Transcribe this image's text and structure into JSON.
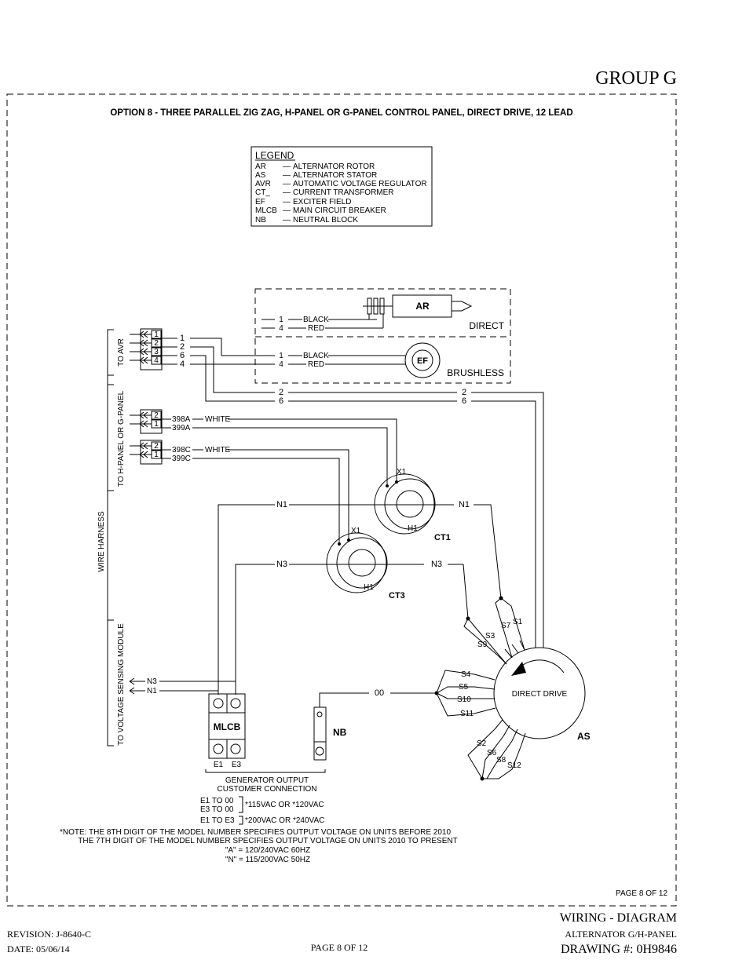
{
  "header": {
    "group": "GROUP G"
  },
  "title": "OPTION 8 - THREE PARALLEL ZIG ZAG, H-PANEL OR G-PANEL CONTROL PANEL, DIRECT DRIVE, 12 LEAD",
  "legend": {
    "heading": "LEGEND",
    "items": [
      {
        "code": "AR",
        "desc": "ALTERNATOR ROTOR"
      },
      {
        "code": "AS",
        "desc": "ALTERNATOR STATOR"
      },
      {
        "code": "AVR",
        "desc": "AUTOMATIC VOLTAGE REGULATOR"
      },
      {
        "code": "CT_",
        "desc": "CURRENT TRANSFORMER"
      },
      {
        "code": "EF",
        "desc": "EXCITER FIELD"
      },
      {
        "code": "MLCB",
        "desc": "MAIN CIRCUIT BREAKER"
      },
      {
        "code": "NB",
        "desc": "NEUTRAL BLOCK"
      }
    ]
  },
  "labels": {
    "ar": "AR",
    "ef": "EF",
    "direct": "DIRECT",
    "brushless": "BRUSHLESS",
    "ct1": "CT1",
    "ct3": "CT3",
    "x1": "X1",
    "h1": "H1",
    "mlcb": "MLCB",
    "nb": "NB",
    "as": "AS",
    "direct_drive": "DIRECT DRIVE",
    "to_avr": "TO AVR",
    "to_panel": "TO H-PANEL OR G-PANEL",
    "wire_harness": "WIRE HARNESS",
    "to_vsm": "TO VOLTAGE SENSING MODULE",
    "black": "BLACK",
    "red": "RED",
    "white": "WHITE",
    "w1": "1",
    "w2": "2",
    "w4": "4",
    "w6": "6",
    "p1": "1",
    "p2": "2",
    "p3": "3",
    "p4": "4",
    "w398a": "398A",
    "w399a": "399A",
    "w398c": "398C",
    "w399c": "399C",
    "n1": "N1",
    "n3": "N3",
    "w00": "00",
    "s1": "S1",
    "s2": "S2",
    "s3": "S3",
    "s4": "S4",
    "s5": "S5",
    "s6": "S6",
    "s7": "S7",
    "s8": "S8",
    "s9": "S9",
    "s10": "S10",
    "s11": "S11",
    "s12": "S12",
    "e1": "E1",
    "e3": "E3"
  },
  "output": {
    "heading1": "GENERATOR OUTPUT",
    "heading2": "CUSTOMER CONNECTION",
    "row1": "E1  TO  00",
    "row2": "E3  TO  00",
    "row3": "E1  TO  E3",
    "v1": "*115VAC OR *120VAC",
    "v2": "*200VAC OR *240VAC"
  },
  "note": {
    "line1": "*NOTE:  THE 8TH DIGIT OF THE MODEL NUMBER SPECIFIES OUTPUT VOLTAGE ON UNITS BEFORE 2010",
    "line2": "THE 7TH DIGIT OF THE MODEL NUMBER SPECIFIES OUTPUT VOLTAGE ON UNITS 2010 TO PRESENT",
    "line3": "\"A\" = 120/240VAC 60HZ",
    "line4": "\"N\" = 115/200VAC 50HZ"
  },
  "page_inner": "PAGE 8 OF 12",
  "footer": {
    "revision": "REVISION: J-8640-C",
    "date": "DATE: 05/06/14",
    "page": "PAGE 8 OF 12",
    "title1": "WIRING - DIAGRAM",
    "title2": "ALTERNATOR G/H-PANEL",
    "drawing": "DRAWING #: 0H9846"
  }
}
